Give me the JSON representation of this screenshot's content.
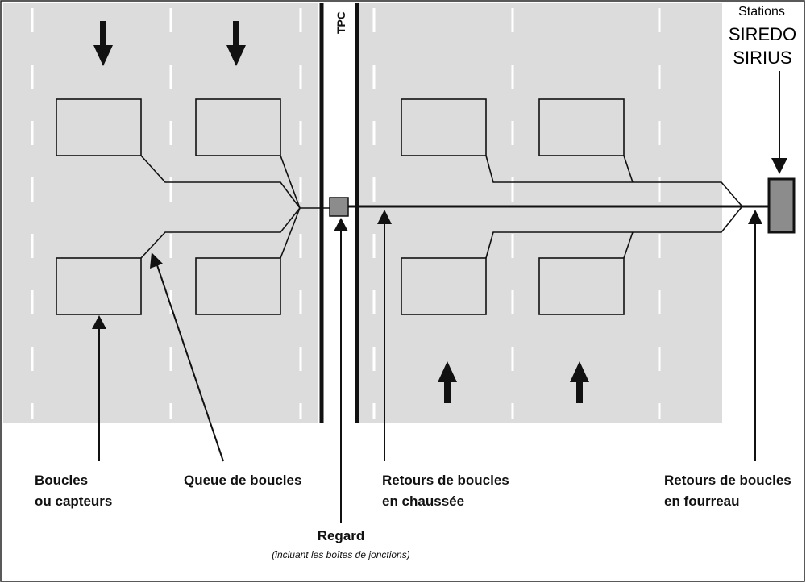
{
  "colors": {
    "road": "#dcdcdc",
    "lane_marking": "#ffffff",
    "line": "#111111",
    "regard": "#8c8c8c",
    "station": "#8c8c8c"
  },
  "tpc_label": "TPC",
  "station": {
    "line1": "Stations",
    "line2": "SIREDO",
    "line3": "SIRIUS"
  },
  "labels": {
    "boucles": [
      "Boucles",
      "ou capteurs"
    ],
    "queue": "Queue de boucles",
    "retours_chaussee": [
      "Retours de boucles",
      "en chaussée"
    ],
    "retours_fourreau": [
      "Retours de boucles",
      "en fourreau"
    ],
    "regard": "Regard",
    "regard_note": "(incluant les boîtes de jonctions)"
  },
  "icons": [
    "arrow-down-icon",
    "arrow-up-icon"
  ]
}
